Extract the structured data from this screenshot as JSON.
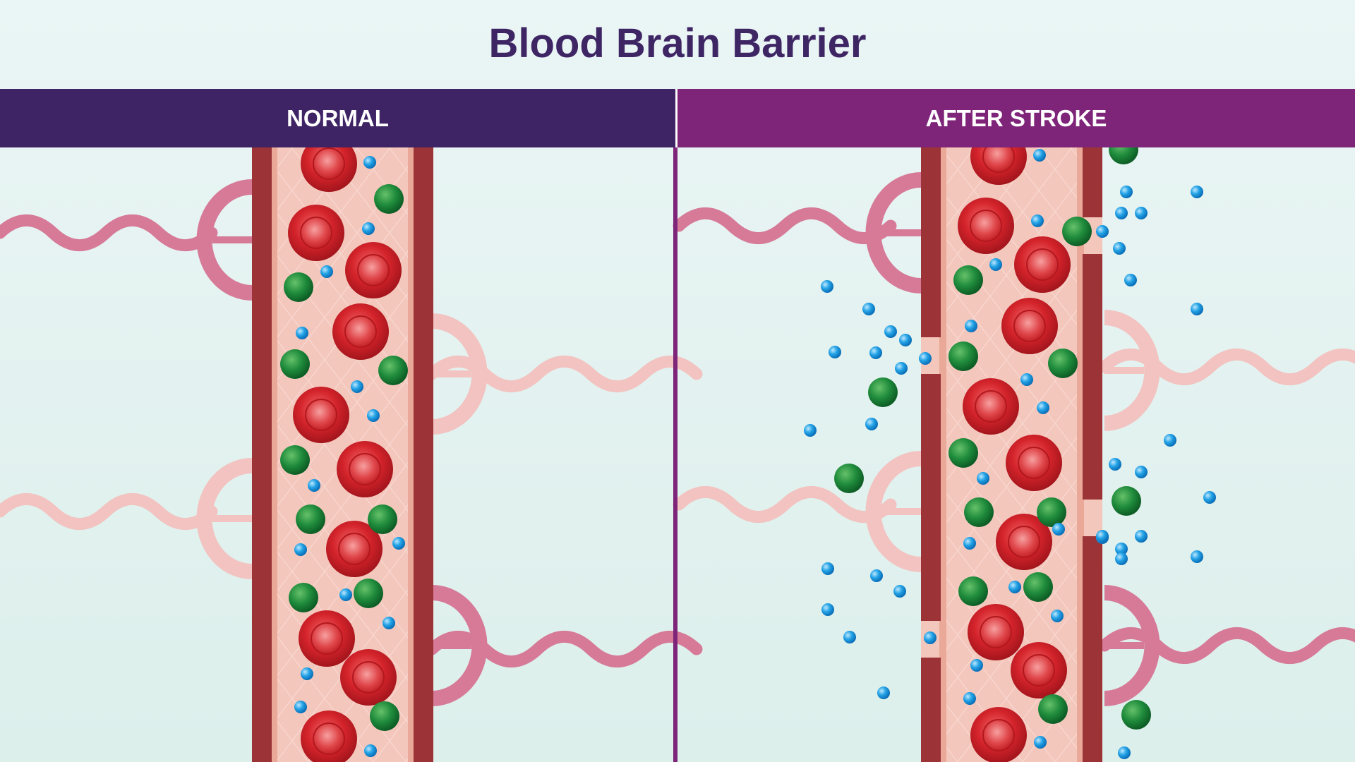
{
  "title": "Blood Brain Barrier",
  "panels": [
    {
      "label": "NORMAL"
    },
    {
      "label": "AFTER STROKE"
    }
  ],
  "colors": {
    "title": "#3e2564",
    "band_normal": "#3e2365",
    "band_stroke": "#7e2479",
    "vessel_wall": "#9b3337",
    "vessel_lumen": "#f4c7bd",
    "red_cell": "#d9262c",
    "green_cell": "#1d8a3a",
    "blue_molecule": "#1e9de0",
    "astrocyte_dark": "#d67a98",
    "astrocyte_light": "#f2c3c0",
    "divider": "#7e2479"
  },
  "legend_icons": [
    "red-blood-cell-icon",
    "white-blood-cell-icon",
    "molecule-icon",
    "astrocyte-icon"
  ]
}
